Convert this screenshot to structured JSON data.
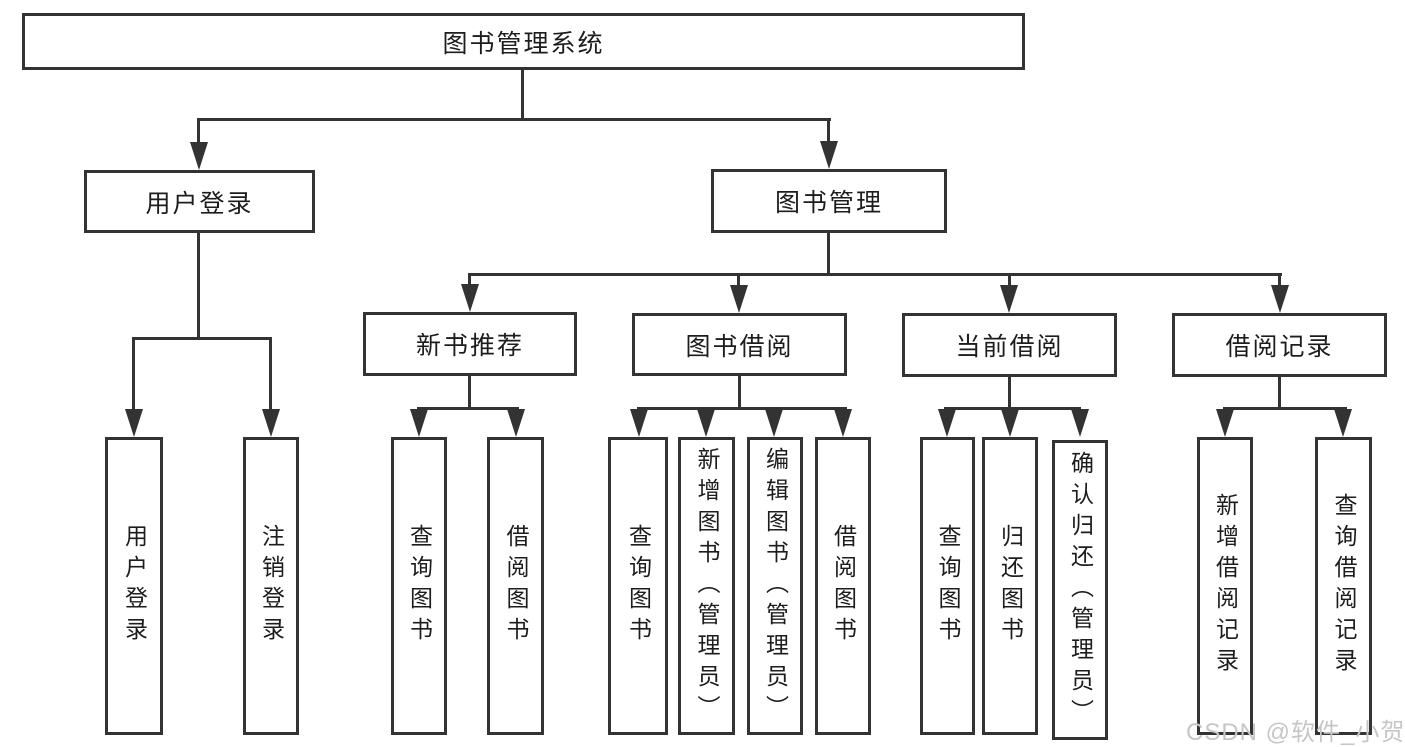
{
  "tree": {
    "label": "图书管理系统",
    "children": [
      {
        "label": "用户登录",
        "children": [
          {
            "label": "用户登录"
          },
          {
            "label": "注销登录"
          }
        ]
      },
      {
        "label": "图书管理",
        "children": [
          {
            "label": "新书推荐",
            "children": [
              {
                "label": "查询图书"
              },
              {
                "label": "借阅图书"
              }
            ]
          },
          {
            "label": "图书借阅",
            "children": [
              {
                "label": "查询图书"
              },
              {
                "label": "新增图书（管理员）"
              },
              {
                "label": "编辑图书（管理员）"
              },
              {
                "label": "借阅图书"
              }
            ]
          },
          {
            "label": "当前借阅",
            "children": [
              {
                "label": "查询图书"
              },
              {
                "label": "归还图书"
              },
              {
                "label": "确认归还（管理员）"
              }
            ]
          },
          {
            "label": "借阅记录",
            "children": [
              {
                "label": "新增借阅记录"
              },
              {
                "label": "查询借阅记录"
              }
            ]
          }
        ]
      }
    ]
  },
  "watermark": {
    "text": "CSDN @软件_小贺同学"
  },
  "colors": {
    "line": "#333333",
    "text": "#1d1d1d",
    "background": "#ffffff",
    "watermark": "#c6c6c6"
  }
}
